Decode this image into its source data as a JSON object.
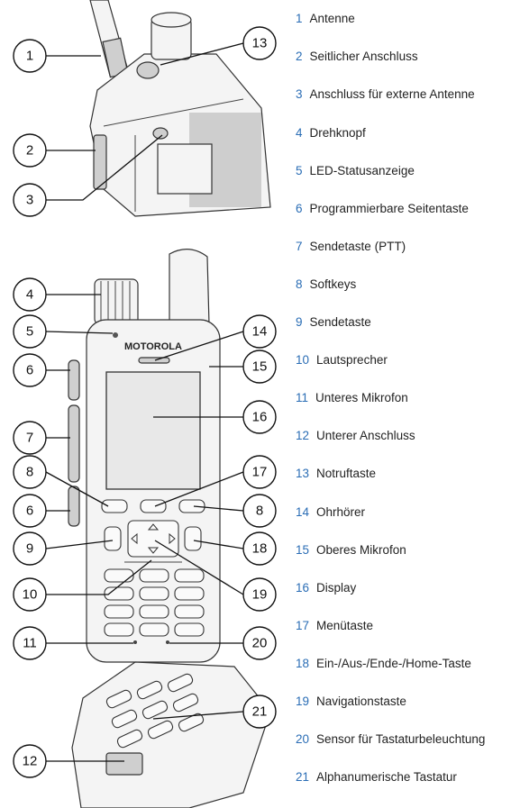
{
  "legend": [
    {
      "num": "1",
      "label": "Antenne"
    },
    {
      "num": "2",
      "label": "Seitlicher Anschluss"
    },
    {
      "num": "3",
      "label": "Anschluss für externe Antenne"
    },
    {
      "num": "4",
      "label": "Drehknopf"
    },
    {
      "num": "5",
      "label": "LED-Statusanzeige"
    },
    {
      "num": "6",
      "label": "Programmierbare Seitentaste"
    },
    {
      "num": "7",
      "label": "Sendetaste (PTT)"
    },
    {
      "num": "8",
      "label": "Softkeys"
    },
    {
      "num": "9",
      "label": "Sendetaste"
    },
    {
      "num": "10",
      "label": "Lautsprecher"
    },
    {
      "num": "11",
      "label": "Unteres Mikrofon"
    },
    {
      "num": "12",
      "label": "Unterer Anschluss"
    },
    {
      "num": "13",
      "label": "Notruftaste"
    },
    {
      "num": "14",
      "label": "Ohrhörer"
    },
    {
      "num": "15",
      "label": "Oberes Mikrofon"
    },
    {
      "num": "16",
      "label": "Display"
    },
    {
      "num": "17",
      "label": "Menütaste"
    },
    {
      "num": "18",
      "label": "Ein-/Aus-/Ende-/Home-Taste"
    },
    {
      "num": "19",
      "label": "Navigationstaste"
    },
    {
      "num": "20",
      "label": "Sensor für Tastaturbeleuchtung"
    },
    {
      "num": "21",
      "label": "Alphanumerische Tastatur"
    }
  ],
  "callouts": [
    "1",
    "13",
    "2",
    "3",
    "4",
    "5",
    "14",
    "6",
    "15",
    "16",
    "7",
    "8",
    "17",
    "8",
    "6",
    "9",
    "18",
    "10",
    "19",
    "11",
    "20",
    "12",
    "21"
  ],
  "brand": "MOTOROLA",
  "colors": {
    "number": "#2a6db5",
    "text": "#222222",
    "line": "#111111"
  }
}
